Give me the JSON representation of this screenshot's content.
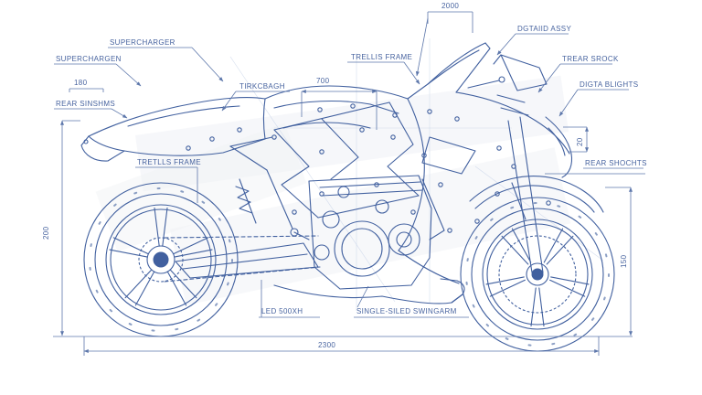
{
  "drawing": {
    "labels": {
      "supercharger_top": "SUPERCHARGER",
      "supercharger_left": "SUPERCHARGEN",
      "rear_suspension": "REAR SINSHMS",
      "trellis_frame_left": "TRETLLS FRAME",
      "tank_bag": "TIRKCBAGH",
      "trellis_frame_top": "TRELLIS FRAME",
      "detail_assy": "DGTAIID ASSY",
      "rear_shock_top": "TREAR SROCK",
      "digital_lights": "DIGTA BLIGHTS",
      "rear_shocks_right": "REAR SHOCHTS",
      "led_light": "LED 500XH",
      "swingarm": "SINGLE-SILED SWINGARM"
    },
    "dimensions": {
      "tail_height": "180",
      "tank_length": "700",
      "screen_width": "2000",
      "light_height": "20",
      "front_height": "150",
      "rear_height": "200",
      "wheelbase": "2300"
    },
    "colors": {
      "line": "#41609f",
      "dim": "#5d77ab",
      "text": "#47639f",
      "background": "#ffffff"
    }
  }
}
